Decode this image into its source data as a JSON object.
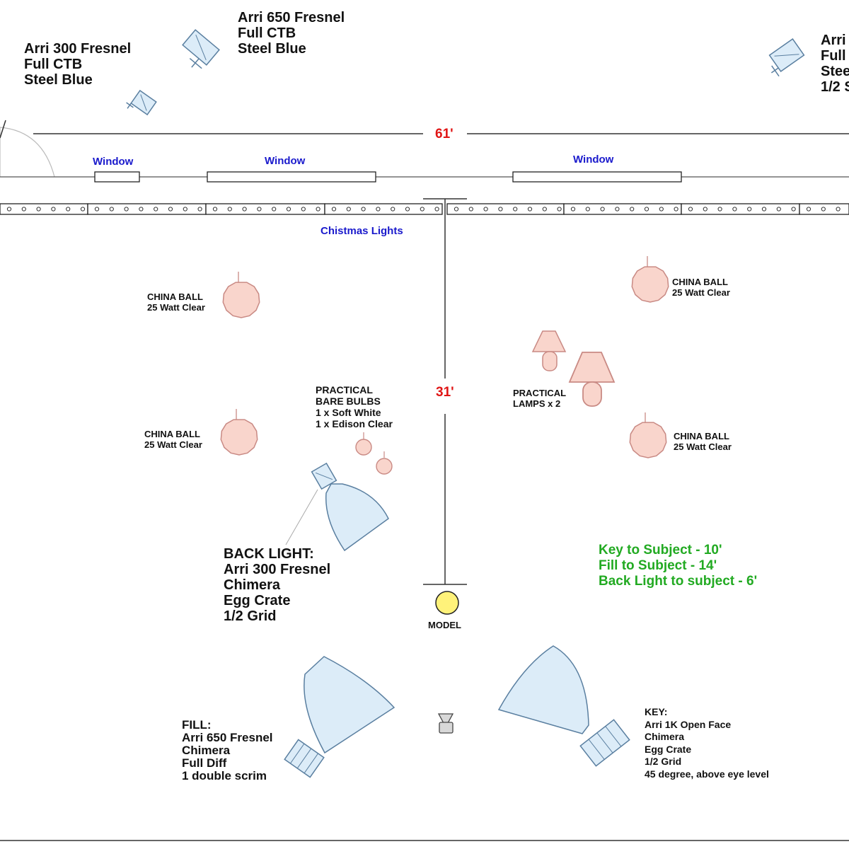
{
  "lights_top": {
    "left_fresnel": [
      "Arri 300 Fresnel",
      "Full CTB",
      "Steel Blue"
    ],
    "center_fresnel": [
      "Arri 650 Fresnel",
      "Full CTB",
      "Steel Blue"
    ],
    "right_fresnel_cut": [
      "Arri",
      "Full",
      "Stee",
      "1/2 S"
    ]
  },
  "room": {
    "width_label": "61'",
    "depth_label": "31'",
    "window_label": "Window",
    "christmas_label": "Chistmas Lights"
  },
  "practicals": {
    "china_ball_title": "CHINA BALL",
    "china_ball_sub": "25 Watt Clear",
    "bare_bulbs": [
      "PRACTICAL",
      "BARE BULBS",
      "1 x Soft White",
      "1 x Edison Clear"
    ],
    "lamps": [
      "PRACTICAL",
      "LAMPS x 2"
    ]
  },
  "back_light": [
    "BACK LIGHT:",
    "Arri 300 Fresnel",
    "Chimera",
    "Egg Crate",
    "1/2 Grid"
  ],
  "distances": [
    "Key to Subject - 10'",
    "Fill to Subject - 14'",
    "Back Light to subject - 6'"
  ],
  "model_label": "MODEL",
  "fill_light": [
    "FILL:",
    "Arri 650 Fresnel",
    "Chimera",
    "Full Diff",
    "1 double scrim"
  ],
  "key_light": [
    "KEY:",
    "Arri 1K Open Face",
    "Chimera",
    "Egg Crate",
    "1/2 Grid",
    "45 degree, above eye level"
  ],
  "colors": {
    "dimension_red": "#e01515",
    "window_blue": "#1a1acc",
    "note_green": "#22aa22",
    "lamp_fill": "#f9d5cc",
    "lamp_stroke": "#c98a84",
    "softbox_fill": "#dcecf8",
    "softbox_stroke": "#5a7fa0",
    "model_fill": "#fff27a"
  }
}
